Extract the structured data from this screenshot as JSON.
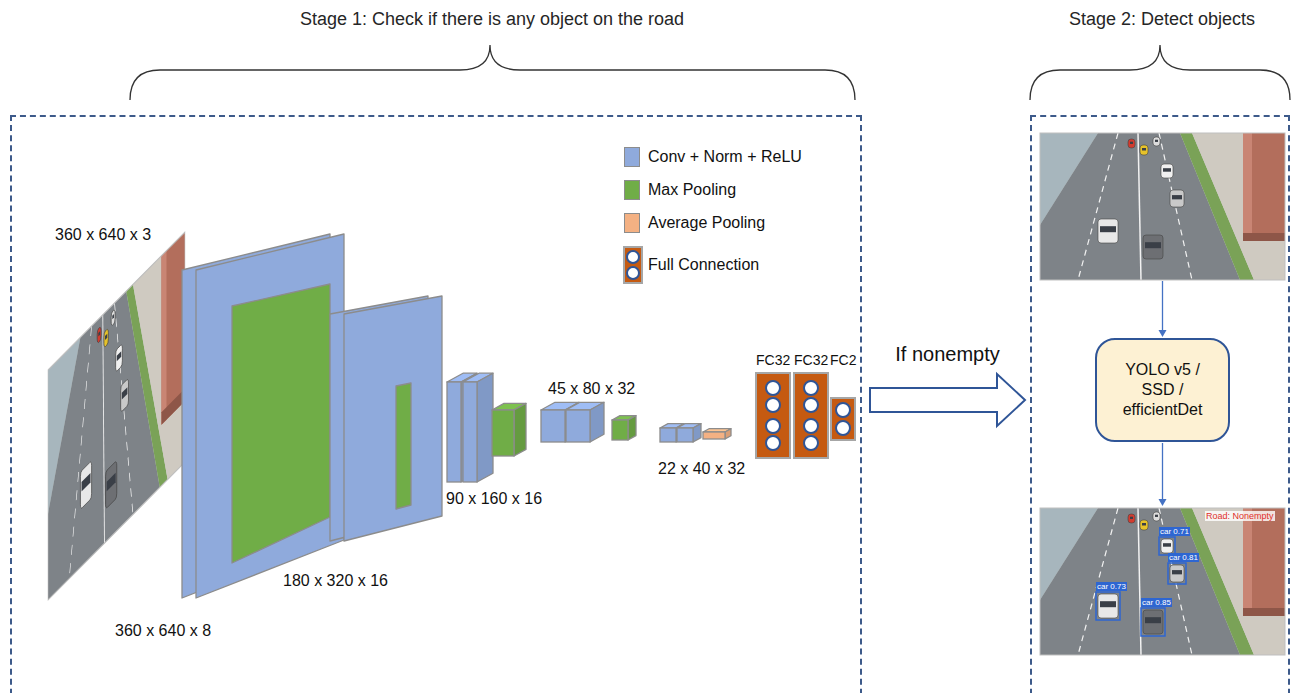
{
  "diagram": {
    "nodes": [
      {
        "text": [
          "Stage 1: Check if there is any object on the road"
        ]
      },
      {
        "text": [
          "Stage 2: Detect objects"
        ]
      },
      {
        "text": [
          "YOLO v5 / SSD / efficientDet"
        ],
        "in": 1
      }
    ],
    "edges": [
      {
        "from": 0,
        "to": 1,
        "arrow": "to",
        "label": "If nonempty"
      }
    ],
    "labels": [
      "360 x 640 x 3",
      "360 x 640 x 8",
      "180 x 320 x 16",
      "90 x 160 x 16",
      "45 x 80 x 32",
      "22 x 40 x 32",
      "FC32",
      "FC32",
      "FC2",
      "car 0.73",
      "car 0.85",
      "car 0.81",
      "car 0.71",
      "Road: Nonempty"
    ],
    "legend": [
      {
        "text": "Conv + Norm + ReLU",
        "color": "#8faadc"
      },
      {
        "text": "Max Pooling",
        "color": "#70ad47"
      },
      {
        "text": "Average Pooling",
        "color": "#f4b183"
      },
      {
        "text": "Full Connection"
      }
    ]
  }
}
